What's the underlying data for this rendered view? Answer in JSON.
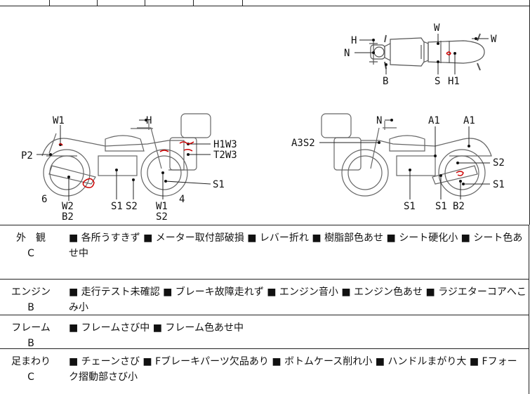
{
  "top_strip": {
    "fragment": ""
  },
  "diagram": {
    "top_view_labels": [
      "H",
      "N",
      "W",
      "W",
      "B",
      "S",
      "H1"
    ],
    "left_side_labels": [
      "W1",
      "H",
      "P2",
      "H1W3",
      "T2W3",
      "S1",
      "6",
      "W2",
      "B2",
      "S1",
      "S2",
      "W1",
      "S2",
      "4"
    ],
    "right_side_labels": [
      "N",
      "A1",
      "A1",
      "A3S2",
      "S2",
      "S1",
      "S1",
      "S1",
      "B2"
    ]
  },
  "rows": [
    {
      "category": "外　観",
      "grade": "C",
      "description": "■ 各所うすきず ■ メーター取付部破損 ■ レバー折れ ■ 樹脂部色あせ ■ シート硬化小 ■ シート色あせ中"
    },
    {
      "category": "エンジン",
      "grade": "B",
      "description": "■ 走行テスト未確認 ■ ブレーキ故障走れず ■ エンジン音小 ■ エンジン色あせ ■ ラジエターコアへこみ小"
    },
    {
      "category": "フレーム",
      "grade": "B",
      "description": "■ フレームさび中 ■ フレーム色あせ中"
    },
    {
      "category": "足まわり",
      "grade": "C",
      "description": "■ チェーンさび ■ Fブレーキパーツ欠品あり ■ ボトムケース削れ小 ■ ハンドルまがり大 ■ Fフォーク摺動部さび小"
    }
  ]
}
